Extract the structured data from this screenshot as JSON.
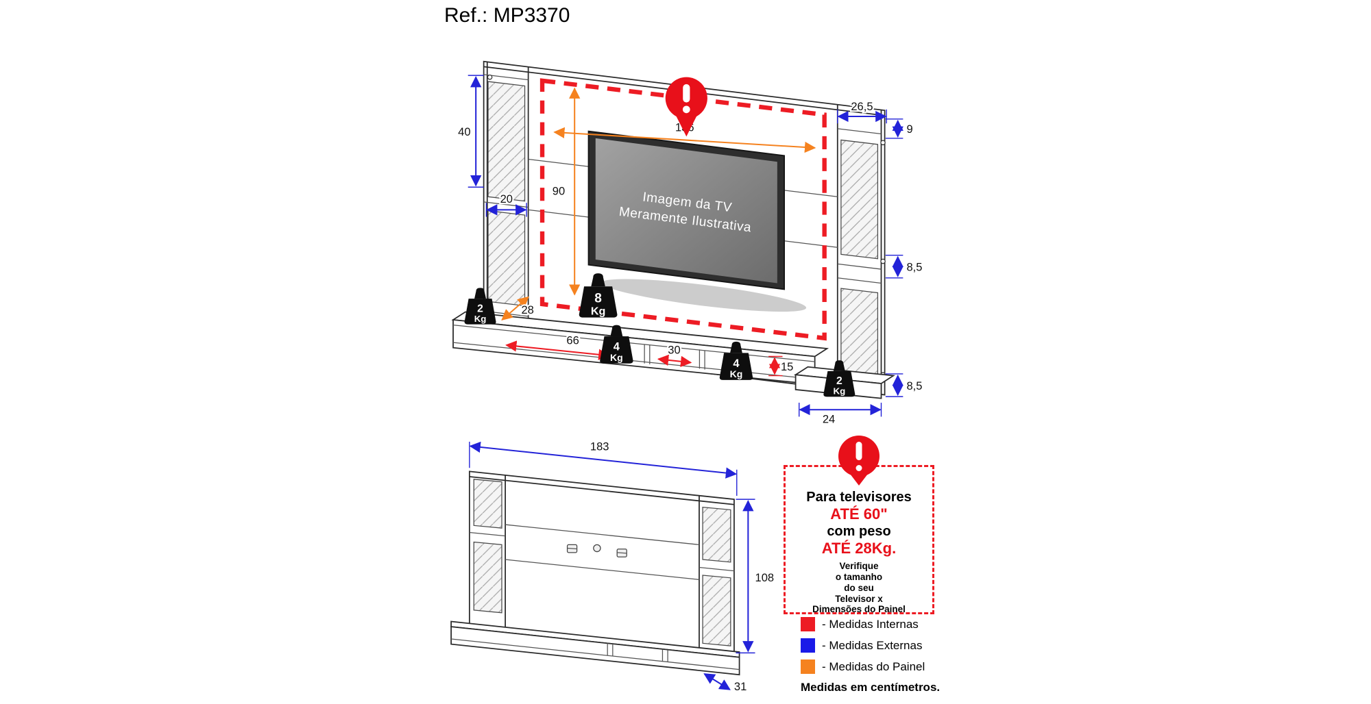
{
  "title": "Ref.: MP3370",
  "colors": {
    "internal_red": "#ed1c24",
    "external_blue": "#2323d8",
    "panel_orange": "#f5821f"
  },
  "main_diagram": {
    "tv_text_line1": "Imagem da TV",
    "tv_text_line2": "Meramente Ilustrativa",
    "dims": {
      "internal_width": "136",
      "internal_height": "90",
      "left_glass_height": "40",
      "left_glass_width": "20",
      "right_top_width": "26,5",
      "right_top_height": "9",
      "right_gap_upper": "8,5",
      "right_gap_lower": "8,5",
      "base_depth": "24",
      "shelf_depth": "28",
      "shelf_left_width": "66",
      "shelf_right_width": "30",
      "shelf_height": "15"
    },
    "weights": [
      {
        "value": "2",
        "unit": "Kg"
      },
      {
        "value": "8",
        "unit": "Kg"
      },
      {
        "value": "4",
        "unit": "Kg"
      },
      {
        "value": "4",
        "unit": "Kg"
      },
      {
        "value": "2",
        "unit": "Kg"
      }
    ]
  },
  "front_diagram": {
    "dims": {
      "total_width": "183",
      "total_height": "108",
      "total_depth": "31"
    }
  },
  "warning": {
    "line1": "Para televisores",
    "line2": "ATÉ 60\"",
    "line3": "com peso",
    "line4": "ATÉ 28Kg.",
    "note": [
      "Verifique",
      "o tamanho",
      "do seu",
      "Televisor x",
      "Dimensões do Painel"
    ]
  },
  "legend": {
    "items": [
      {
        "label": "- Medidas Internas",
        "color": "#ed1c24"
      },
      {
        "label": "- Medidas Externas",
        "color": "#1a1ae8"
      },
      {
        "label": "- Medidas do Painel",
        "color": "#f5821f"
      }
    ],
    "footer": "Medidas em centímetros."
  }
}
